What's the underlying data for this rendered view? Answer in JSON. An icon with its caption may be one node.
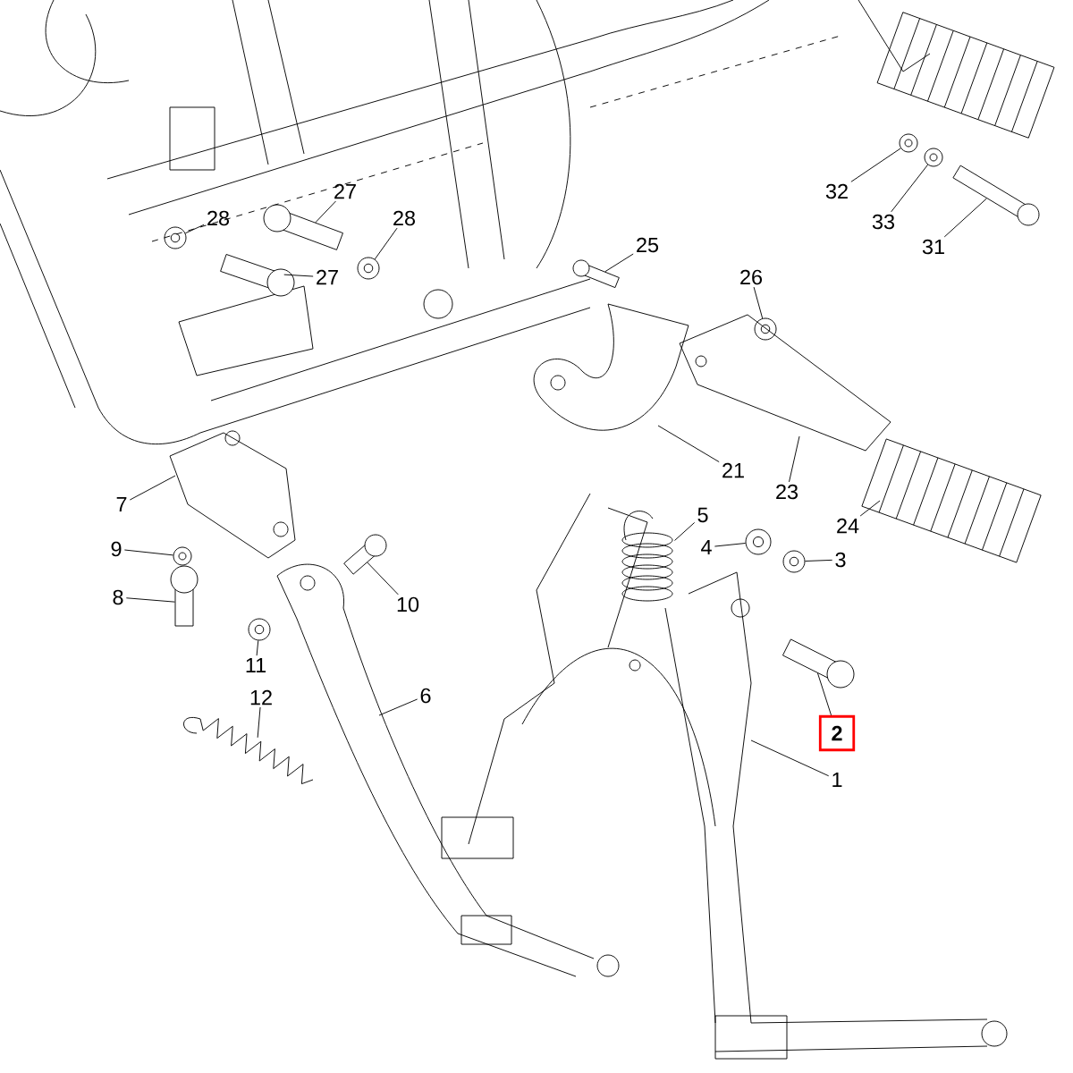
{
  "diagram": {
    "nodes": [
      {
        "text": [
          "32"
        ]
      },
      {
        "text": [
          "27"
        ]
      },
      {
        "text": [
          "28"
        ]
      },
      {
        "text": [
          "33"
        ]
      },
      {
        "text": [
          "28"
        ]
      },
      {
        "text": [
          "31"
        ]
      },
      {
        "text": [
          "25"
        ]
      },
      {
        "text": [
          "27"
        ]
      },
      {
        "text": [
          "26"
        ]
      },
      {
        "text": [
          "21"
        ]
      },
      {
        "text": [
          "23"
        ]
      },
      {
        "text": [
          "7"
        ]
      },
      {
        "text": [
          "5"
        ]
      },
      {
        "text": [
          "24"
        ]
      },
      {
        "text": [
          "4"
        ]
      },
      {
        "text": [
          "9"
        ]
      },
      {
        "text": [
          "3"
        ]
      },
      {
        "text": [
          "8"
        ]
      },
      {
        "text": [
          "10"
        ]
      },
      {
        "text": [
          "11"
        ]
      },
      {
        "text": [
          "12"
        ]
      },
      {
        "text": [
          "6"
        ]
      },
      {
        "text": [
          "2"
        ]
      },
      {
        "text": [
          "1"
        ]
      },
      {
        "text": [],
        "shape": "circle"
      },
      {
        "text": [],
        "shape": "circle"
      },
      {
        "text": [],
        "shape": "bar"
      },
      {
        "text": [],
        "shape": "bar"
      },
      {
        "text": [],
        "shape": "circle"
      },
      {
        "text": [],
        "shape": "circle"
      },
      {
        "text": [],
        "shape": "bar"
      },
      {
        "text": [],
        "shape": "bar"
      },
      {
        "text": [],
        "shape": "circle"
      },
      {
        "text": [],
        "shape": "circle"
      },
      {
        "text": [],
        "shape": "circle"
      },
      {
        "text": [],
        "shape": "bar"
      },
      {
        "text": [],
        "shape": "circle"
      },
      {
        "text": [],
        "shape": "picture"
      },
      {
        "text": [],
        "shape": "bar"
      },
      {
        "text": [],
        "shape": "circle"
      },
      {
        "text": [],
        "shape": "bar"
      },
      {
        "text": [],
        "shape": "picture"
      }
    ],
    "edges": [
      {
        "from": 0,
        "to": 24,
        "arrow": "none"
      },
      {
        "from": 1,
        "to": 27,
        "arrow": "none"
      },
      {
        "from": 2,
        "to": 28,
        "arrow": "none"
      },
      {
        "from": 3,
        "to": 25,
        "arrow": "none"
      },
      {
        "from": 4,
        "to": 29,
        "arrow": "none"
      },
      {
        "from": 5,
        "to": 26,
        "arrow": "none"
      },
      {
        "from": 6,
        "to": 31,
        "arrow": "none"
      },
      {
        "from": 7,
        "to": 30,
        "arrow": "none"
      },
      {
        "from": 8,
        "to": 32,
        "arrow": "none"
      },
      {
        "from": 9,
        "to": null,
        "arrow": "none"
      },
      {
        "from": 10,
        "to": null,
        "arrow": "none"
      },
      {
        "from": 11,
        "to": null,
        "arrow": "none"
      },
      {
        "from": 12,
        "to": 37,
        "arrow": "none"
      },
      {
        "from": 13,
        "to": null,
        "arrow": "none"
      },
      {
        "from": 14,
        "to": 33,
        "arrow": "none"
      },
      {
        "from": 15,
        "to": 34,
        "arrow": "none"
      },
      {
        "from": 16,
        "to": 36,
        "arrow": "none"
      },
      {
        "from": 17,
        "to": 38,
        "arrow": "none"
      },
      {
        "from": 18,
        "to": 35,
        "arrow": "none"
      },
      {
        "from": 19,
        "to": 39,
        "arrow": "none"
      },
      {
        "from": 20,
        "to": 41,
        "arrow": "none"
      },
      {
        "from": 21,
        "to": null,
        "arrow": "none"
      },
      {
        "from": 22,
        "to": 40,
        "arrow": "none"
      },
      {
        "from": 23,
        "to": null,
        "arrow": "none"
      }
    ]
  }
}
